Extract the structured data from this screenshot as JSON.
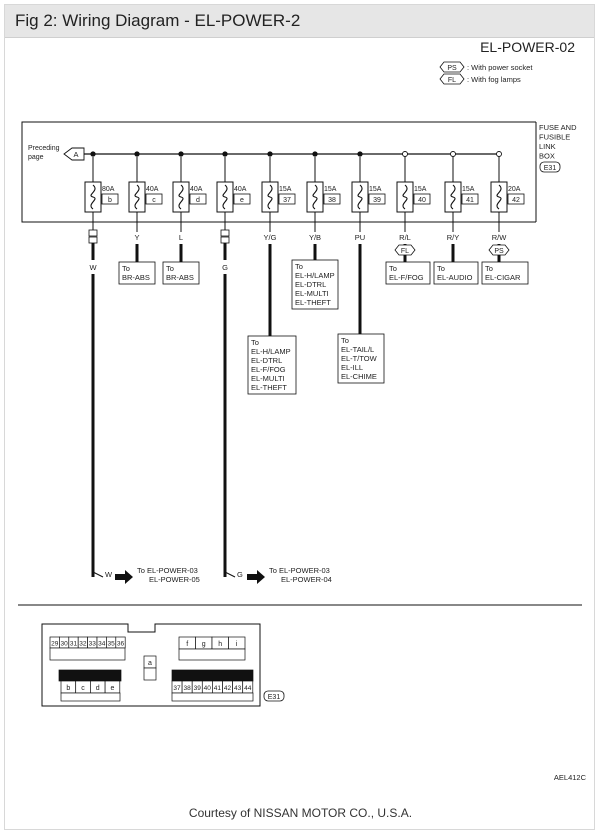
{
  "title": "Fig 2: Wiring Diagram - EL-POWER-2",
  "sheet_title": "EL-POWER-02",
  "legend": [
    {
      "code": "PS",
      "text": ": With power socket"
    },
    {
      "code": "FL",
      "text": ": With fog lamps"
    }
  ],
  "box_label": [
    "FUSE AND",
    "FUSIBLE",
    "LINK",
    "BOX"
  ],
  "box_code": "E31",
  "preceding": {
    "lines": [
      "Preceding",
      "page"
    ],
    "connector": "A"
  },
  "fuses": [
    {
      "amp": "80A",
      "id": "b",
      "wire": "W"
    },
    {
      "amp": "40A",
      "id": "c",
      "wire": "Y"
    },
    {
      "amp": "40A",
      "id": "d",
      "wire": "L"
    },
    {
      "amp": "40A",
      "id": "e",
      "wire": "G"
    },
    {
      "amp": "15A",
      "id": "37",
      "wire": "Y/G"
    },
    {
      "amp": "15A",
      "id": "38",
      "wire": "Y/B"
    },
    {
      "amp": "15A",
      "id": "39",
      "wire": "PU"
    },
    {
      "amp": "15A",
      "id": "40",
      "wire": "R/L"
    },
    {
      "amp": "15A",
      "id": "41",
      "wire": "R/Y"
    },
    {
      "amp": "20A",
      "id": "42",
      "wire": "R/W"
    }
  ],
  "destinations": {
    "y": [
      "To",
      "BR-ABS"
    ],
    "l": [
      "To",
      "BR-ABS"
    ],
    "yb": [
      "To",
      "EL-H/LAMP",
      "EL-DTRL",
      "EL-MULTI",
      "EL-THEFT"
    ],
    "rl": [
      "To",
      "EL-F/FOG"
    ],
    "ry": [
      "To",
      "EL-AUDIO"
    ],
    "rw": [
      "To",
      "EL-CIGAR"
    ],
    "yg": [
      "To",
      "EL-H/LAMP",
      "EL-DTRL",
      "EL-F/FOG",
      "EL-MULTI",
      "EL-THEFT"
    ],
    "pu": [
      "To",
      "EL-TAIL/L",
      "EL-T/TOW",
      "EL-ILL",
      "EL-CHIME"
    ]
  },
  "option_marks": {
    "rl": "FL",
    "rw": "PS"
  },
  "arrows": [
    {
      "wire": "W",
      "lines": [
        "To EL-POWER-03",
        "EL-POWER-05"
      ]
    },
    {
      "wire": "G",
      "lines": [
        "To EL-POWER-03",
        "EL-POWER-04"
      ]
    }
  ],
  "connector_view": {
    "top_left": [
      "29",
      "30",
      "31",
      "32",
      "33",
      "34",
      "35",
      "36"
    ],
    "top_right": [
      "f",
      "g",
      "h",
      "i"
    ],
    "middle": "a",
    "bottom_left": [
      "b",
      "c",
      "d",
      "e"
    ],
    "bottom_right": [
      "37",
      "38",
      "39",
      "40",
      "41",
      "42",
      "43",
      "44"
    ],
    "code": "E31"
  },
  "ref_code": "AEL412C",
  "footer": "Courtesy of NISSAN MOTOR CO., U.S.A."
}
